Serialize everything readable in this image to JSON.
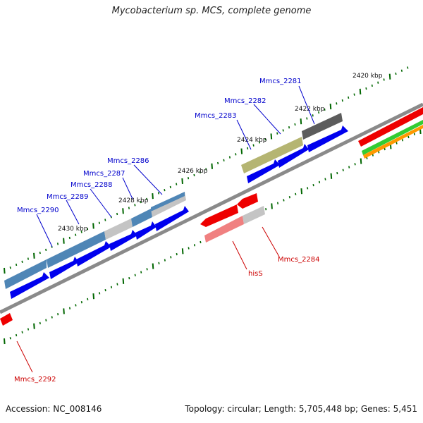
{
  "title": "Mycobacterium sp. MCS, complete genome",
  "footer": {
    "accession": "Accession: NC_008146",
    "summary": "Topology: circular; Length: 5,705,448 bp; Genes: 5,451"
  },
  "colors": {
    "backbone": "#808080",
    "cds_forward": "#0000ee",
    "cds_reverse": "#ee0000",
    "forward_label": "#0000cc",
    "reverse_label": "#cc0000",
    "tick": "#006600",
    "cog_steelblue": "#4f86b6",
    "cog_light_gray": "#c4c4c4",
    "cog_olive": "#b5b572",
    "cog_dark_gray": "#5c5c5c",
    "cog_pink": "#f08080",
    "track_green": "#33cc33",
    "track_orange": "#ff9900"
  },
  "scale_labels": [
    "2420 kbp",
    "2422 kbp",
    "2424 kbp",
    "2426 kbp",
    "2428 kbp",
    "2430 kbp"
  ],
  "forward_genes": [
    "Mmcs_2281",
    "Mmcs_2282",
    "Mmcs_2283",
    "Mmcs_2286",
    "Mmcs_2287",
    "Mmcs_2288",
    "Mmcs_2289",
    "Mmcs_2290"
  ],
  "reverse_genes": [
    "Mmcs_2284",
    "hisS",
    "Mmcs_2292"
  ]
}
